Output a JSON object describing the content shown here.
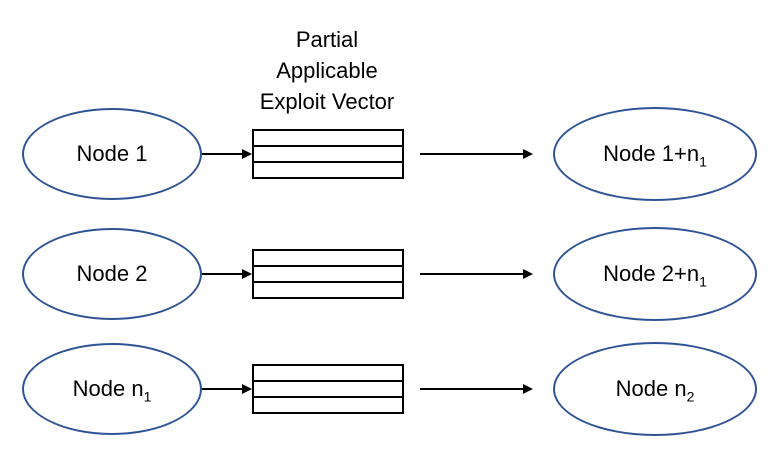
{
  "title": {
    "lines": [
      "Partial",
      "Applicable",
      "Exploit Vector"
    ]
  },
  "rows": [
    {
      "source": {
        "text": "Node 1",
        "sub": ""
      },
      "vector": {
        "segments": 3
      },
      "target": {
        "text": "Node 1+n",
        "sub": "1"
      }
    },
    {
      "source": {
        "text": "Node 2",
        "sub": ""
      },
      "vector": {
        "segments": 3
      },
      "target": {
        "text": "Node 2+n",
        "sub": "1"
      }
    },
    {
      "source": {
        "text": "Node n",
        "sub": "1"
      },
      "vector": {
        "segments": 3
      },
      "target": {
        "text": "Node n",
        "sub": "2"
      }
    }
  ],
  "colors": {
    "ellipse_stroke": "#2f5496",
    "line": "#000000",
    "text": "#000000",
    "background": "#ffffff"
  }
}
